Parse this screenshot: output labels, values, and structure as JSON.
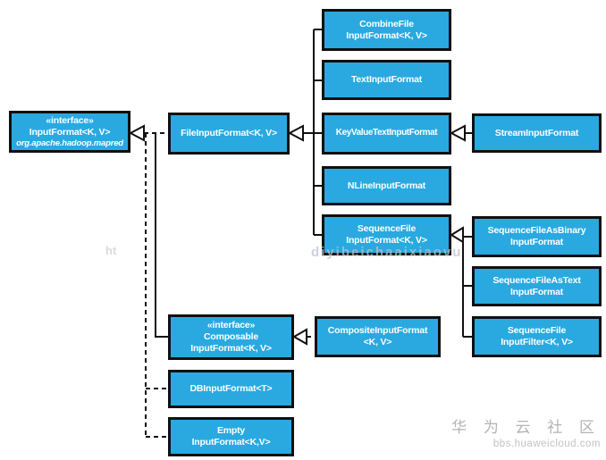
{
  "diagram": {
    "type": "uml-class-hierarchy",
    "subject": "Hadoop InputFormat class hierarchy",
    "colors": {
      "box_fill": "#29a9e0",
      "box_border": "#101010",
      "box_text": "#ffffff",
      "connector": "#101010",
      "background": "#ffffff",
      "watermark_gray": "#b3b3b3"
    },
    "nodes": {
      "iface": {
        "lines": [
          "«interface»",
          "InputFormat<K, V>",
          "org.apache.hadoop.mapred"
        ]
      },
      "file": {
        "lines": [
          "FileInputFormat<K, V>"
        ]
      },
      "combine": {
        "lines": [
          "CombineFile",
          "InputFormat<K, V>"
        ]
      },
      "text": {
        "lines": [
          "TextInputFormat"
        ]
      },
      "kvt": {
        "lines": [
          "KeyValueTextInputFormat"
        ]
      },
      "nline": {
        "lines": [
          "NLineInputFormat"
        ]
      },
      "seqfile": {
        "lines": [
          "SequenceFile",
          "InputFormat<K, V>"
        ]
      },
      "stream": {
        "lines": [
          "StreamInputFormat"
        ]
      },
      "seqbin": {
        "lines": [
          "SequenceFileAsBinary",
          "InputFormat"
        ]
      },
      "seqtext": {
        "lines": [
          "SequenceFileAsText",
          "InputFormat"
        ]
      },
      "seqfilter": {
        "lines": [
          "SequenceFile",
          "InputFilter<K, V>"
        ]
      },
      "composable": {
        "lines": [
          "«interface»",
          "Composable",
          "InputFormat<K, V>"
        ]
      },
      "composite": {
        "lines": [
          "CompositeInputFormat",
          "<K, V>"
        ]
      },
      "db": {
        "lines": [
          "DBInputFormat<T>"
        ]
      },
      "empty": {
        "lines": [
          "Empty",
          "InputFormat<K,V>"
        ]
      }
    },
    "edges": [
      {
        "from": "FileInputFormat<K, V>",
        "to": "InputFormat<K, V> (interface)",
        "type": "realization-dashed"
      },
      {
        "from": "ComposableInputFormat<K, V> (interface)",
        "to": "InputFormat<K, V> (interface)",
        "type": "realization-dashed"
      },
      {
        "from": "DBInputFormat<T>",
        "to": "InputFormat<K, V> (interface)",
        "type": "realization-dashed"
      },
      {
        "from": "EmptyInputFormat<K,V>",
        "to": "InputFormat<K, V> (interface)",
        "type": "realization-dashed"
      },
      {
        "from": "CombineFileInputFormat<K, V>",
        "to": "FileInputFormat<K, V>",
        "type": "inheritance-solid"
      },
      {
        "from": "TextInputFormat",
        "to": "FileInputFormat<K, V>",
        "type": "inheritance-solid"
      },
      {
        "from": "KeyValueTextInputFormat",
        "to": "FileInputFormat<K, V>",
        "type": "inheritance-solid"
      },
      {
        "from": "NLineInputFormat",
        "to": "FileInputFormat<K, V>",
        "type": "inheritance-solid"
      },
      {
        "from": "SequenceFileInputFormat<K, V>",
        "to": "FileInputFormat<K, V>",
        "type": "inheritance-solid"
      },
      {
        "from": "StreamInputFormat",
        "to": "KeyValueTextInputFormat",
        "type": "inheritance-solid"
      },
      {
        "from": "SequenceFileAsBinaryInputFormat",
        "to": "SequenceFileInputFormat<K, V>",
        "type": "inheritance-solid"
      },
      {
        "from": "SequenceFileAsTextInputFormat",
        "to": "SequenceFileInputFormat<K, V>",
        "type": "inheritance-solid"
      },
      {
        "from": "SequenceFileInputFilter<K, V>",
        "to": "SequenceFileInputFormat<K, V>",
        "type": "inheritance-solid"
      },
      {
        "from": "CompositeInputFormat<K, V>",
        "to": "ComposableInputFormat<K, V> (interface)",
        "type": "realization-dashed"
      }
    ]
  },
  "watermarks": {
    "center_fragment": "diyibeichaaixiaovu",
    "left_fragment": "ht",
    "huawei_community": "华 为 云 社 区",
    "huawei_url": "bbs.huaweicloud.com"
  }
}
